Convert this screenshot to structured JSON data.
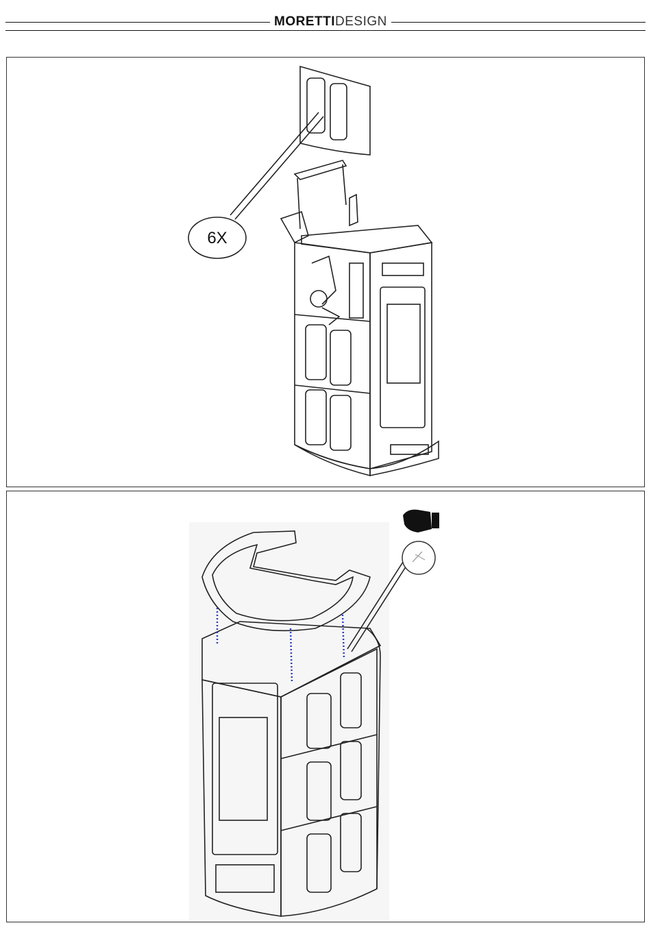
{
  "header": {
    "brand_bold": "MORETTI",
    "brand_light": "DESIGN"
  },
  "panel1": {
    "callout": "6X"
  },
  "icons": {
    "hand": "hand-grip-icon",
    "screw": "screw-detail-icon"
  }
}
